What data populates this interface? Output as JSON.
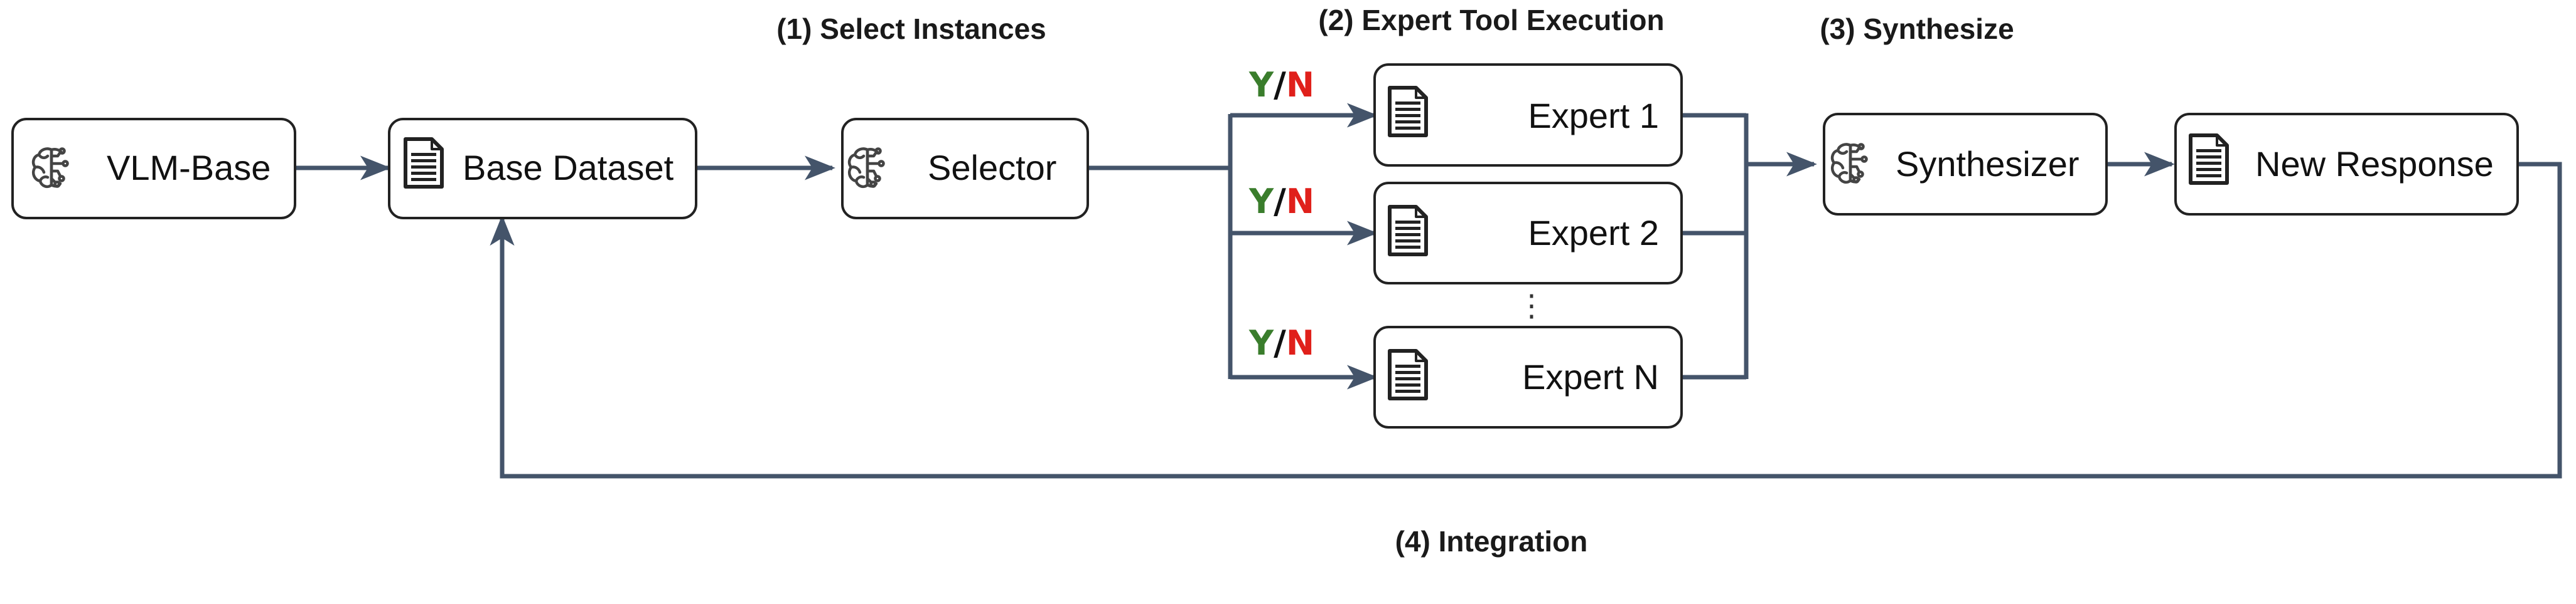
{
  "stages": {
    "select": "(1) Select Instances",
    "expert": "(2) Expert Tool Execution",
    "synthesize": "(3) Synthesize",
    "integration": "(4) Integration"
  },
  "nodes": {
    "vlm_base": "VLM-Base",
    "base_dataset": "Base Dataset",
    "selector": "Selector",
    "expert_1": "Expert 1",
    "expert_2": "Expert 2",
    "expert_n": "Expert N",
    "synthesizer": "Synthesizer",
    "new_response": "New Response"
  },
  "decision": {
    "yes": "Y",
    "slash": "/",
    "no": "N"
  },
  "ellipsis": "⋮",
  "colors": {
    "arrow": "#44546a",
    "yes": "#3a7d2c",
    "no": "#e0201b",
    "border": "#222222"
  },
  "icons": {
    "brain": "brain-circuit-icon",
    "document": "document-icon"
  }
}
